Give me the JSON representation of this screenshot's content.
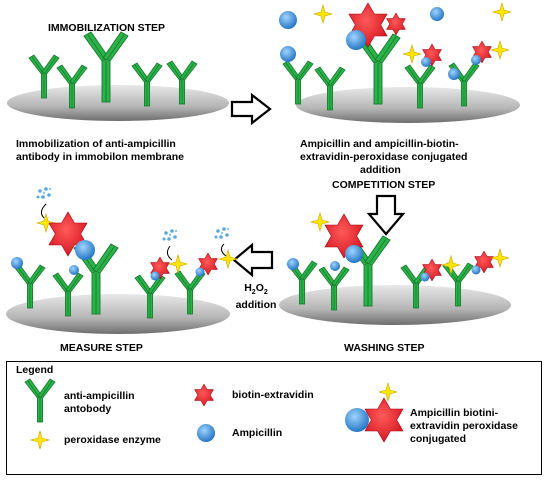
{
  "steps": {
    "immobilization": {
      "title": "IMMOBILIZATION STEP",
      "caption_line1": "Immobilization of anti-ampicillin",
      "caption_line2": "antibody in immobilon membrane"
    },
    "competition": {
      "caption_line1": "Ampicillin and ampicillin-biotin-",
      "caption_line2": "extravidin-peroxidase conjugated",
      "caption_line3": "addition",
      "title": "COMPETITION STEP"
    },
    "washing": {
      "title": "WASHING STEP"
    },
    "measure": {
      "title": "MEASURE STEP",
      "h2o2_line1": "H",
      "h2o2_sub1": "2",
      "h2o2_mid": "O",
      "h2o2_sub2": "2",
      "h2o2_line2": "addition"
    }
  },
  "legend": {
    "title": "Legend",
    "antibody_line1": "anti-ampicillin",
    "antibody_line2": "antobody",
    "peroxidase": "peroxidase enzyme",
    "biotin": "biotin-extravidin",
    "ampicillin": "Ampicillin",
    "conjugate_line1": "Ampicillin biotini-",
    "conjugate_line2": "extravidin peroxidase",
    "conjugate_line3": "conjugated"
  },
  "colors": {
    "antibody": "#2bb34a",
    "antibody_dark": "#157a2b",
    "biotin": "#ee1c25",
    "ampicillin": "#3a8fd6",
    "peroxidase": "#ffe600",
    "membrane": "#b8b8b8",
    "substrate": "#5aa8e0"
  }
}
